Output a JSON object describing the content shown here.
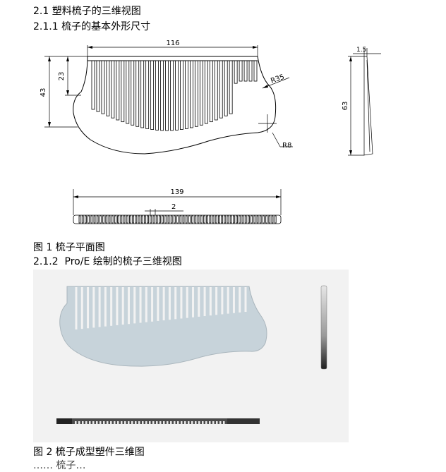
{
  "headings": {
    "h_2_1": "2.1 塑料梳子的三维视图",
    "h_2_1_1": "2.1.1 梳子的基本外形尺寸",
    "h_2_1_2": "2.1.2  Pro/E 绘制的梳子三维视图"
  },
  "captions": {
    "fig1": "图 1 梳子平面图",
    "fig2": "图 2 梳子成型塑件三维图"
  },
  "dimensions": {
    "width_top": "116",
    "height_inner": "23",
    "height_outer": "43",
    "radius_large": "R35",
    "radius_small": "R8",
    "side_thickness": "1.5",
    "side_height": "63",
    "total_length": "139",
    "tooth_pitch": "2"
  },
  "partial_text": "…… 梳子…"
}
